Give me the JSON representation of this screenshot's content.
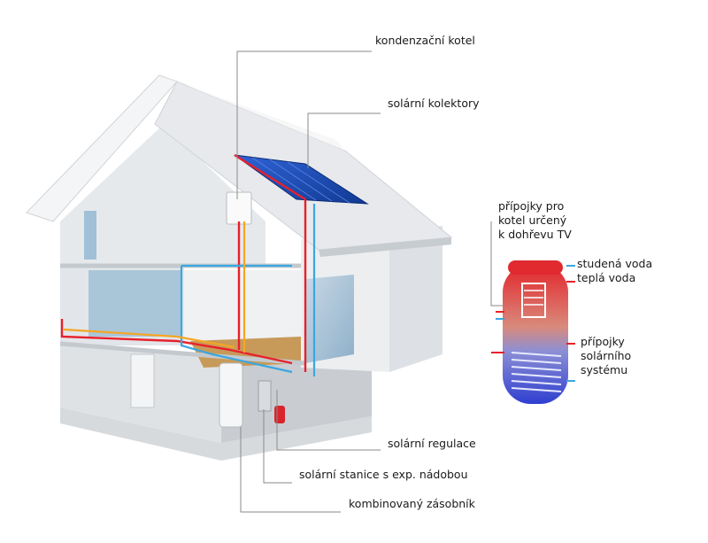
{
  "labels": {
    "kondenzacni_kotel": "kondenzační kotel",
    "solarni_kolektory": "solární kolektory",
    "solarni_regulace": "solární regulace",
    "solarni_stanice": "solární stanice s exp. nádobou",
    "kombinovany_zasobnik": "kombinovaný zásobník",
    "pripojky_kotel": "přípojky pro\nkotel určený\nk dohřevu TV",
    "studena_tepla": "studená voda\nteplá voda",
    "pripojky_solar": "přípojky\nsolárního\nsystému"
  },
  "colors": {
    "hot_pipe": "#e8202a",
    "cold_pipe": "#3aa7e0",
    "return_pipe": "#f5a623",
    "collector": "#1f4fb8",
    "leader_line": "#8a8a8a",
    "wall": "#e9ecef",
    "roof": "#f3f4f5"
  }
}
